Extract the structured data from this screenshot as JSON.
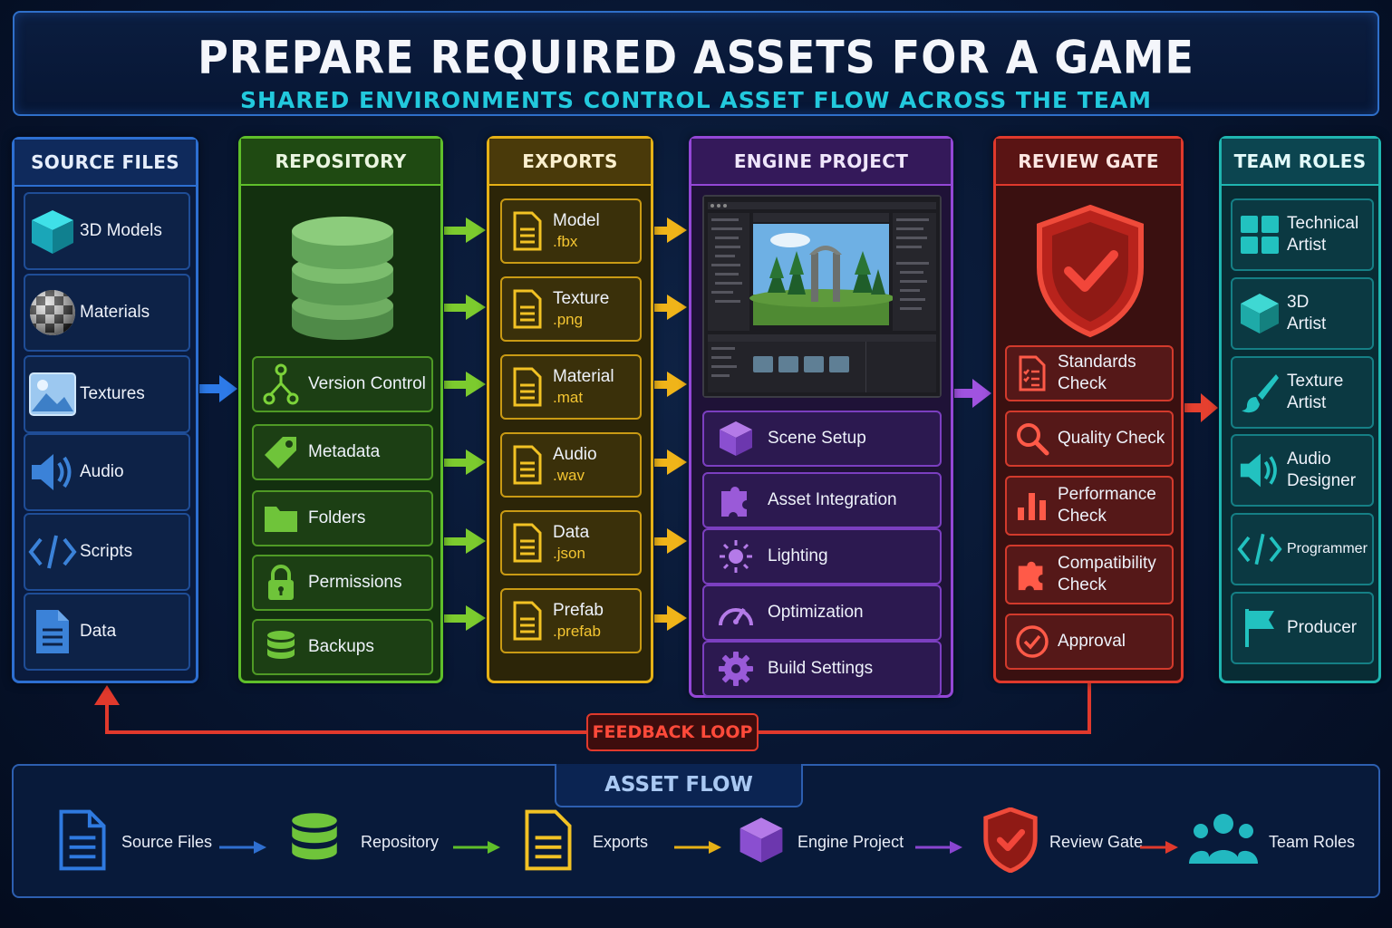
{
  "header": {
    "title": "PREPARE REQUIRED ASSETS FOR A GAME",
    "subtitle": "SHARED ENVIRONMENTS CONTROL ASSET FLOW ACROSS THE TEAM"
  },
  "columns": {
    "source": {
      "title": "SOURCE FILES",
      "items": [
        {
          "label": "3D Models",
          "icon": "cube-icon"
        },
        {
          "label": "Materials",
          "icon": "checker-sphere-icon"
        },
        {
          "label": "Textures",
          "icon": "image-icon"
        },
        {
          "label": "Audio",
          "icon": "speaker-icon"
        },
        {
          "label": "Scripts",
          "icon": "code-icon"
        },
        {
          "label": "Data",
          "icon": "document-icon"
        }
      ]
    },
    "repository": {
      "title": "REPOSITORY",
      "items": [
        {
          "label": "Version Control",
          "icon": "branch-icon"
        },
        {
          "label": "Metadata",
          "icon": "tag-icon"
        },
        {
          "label": "Folders",
          "icon": "folder-icon"
        },
        {
          "label": "Permissions",
          "icon": "lock-icon"
        },
        {
          "label": "Backups",
          "icon": "database-icon"
        }
      ]
    },
    "exports": {
      "title": "EXPORTS",
      "items": [
        {
          "label": "Model",
          "ext": ".fbx"
        },
        {
          "label": "Texture",
          "ext": ".png"
        },
        {
          "label": "Material",
          "ext": ".mat"
        },
        {
          "label": "Audio",
          "ext": ".wav"
        },
        {
          "label": "Data",
          "ext": ".json"
        },
        {
          "label": "Prefab",
          "ext": ".prefab"
        }
      ]
    },
    "engine": {
      "title": "ENGINE PROJECT",
      "items": [
        {
          "label": "Scene Setup",
          "icon": "cube-icon"
        },
        {
          "label": "Asset Integration",
          "icon": "puzzle-icon"
        },
        {
          "label": "Lighting",
          "icon": "sun-icon"
        },
        {
          "label": "Optimization",
          "icon": "gauge-icon"
        },
        {
          "label": "Build Settings",
          "icon": "gear-icon"
        }
      ]
    },
    "review": {
      "title": "REVIEW GATE",
      "items": [
        {
          "label": "Standards Check",
          "icon": "checklist-icon"
        },
        {
          "label": "Quality Check",
          "icon": "magnifier-icon"
        },
        {
          "label": "Performance Check",
          "icon": "bar-chart-icon"
        },
        {
          "label": "Compatibility Check",
          "icon": "puzzle-icon"
        },
        {
          "label": "Approval",
          "icon": "check-circle-icon"
        }
      ]
    },
    "team": {
      "title": "TEAM ROLES",
      "items": [
        {
          "label": "Technical Artist",
          "icon": "grid-icon"
        },
        {
          "label": "3D Artist",
          "icon": "cube-icon"
        },
        {
          "label": "Texture Artist",
          "icon": "brush-icon"
        },
        {
          "label": "Audio Designer",
          "icon": "speaker-icon"
        },
        {
          "label": "Programmer",
          "icon": "code-icon"
        },
        {
          "label": "Producer",
          "icon": "flag-icon"
        }
      ]
    }
  },
  "feedback": {
    "label": "FEEDBACK LOOP"
  },
  "asset_flow": {
    "title": "ASSET FLOW",
    "steps": [
      {
        "label": "Source Files"
      },
      {
        "label": "Repository"
      },
      {
        "label": "Exports"
      },
      {
        "label": "Engine Project"
      },
      {
        "label": "Review Gate"
      },
      {
        "label": "Team Roles"
      }
    ]
  },
  "colors": {
    "source": "#2d6fd1",
    "repository": "#5fbf2a",
    "exports": "#e6b116",
    "engine": "#9447d6",
    "review": "#e0392c",
    "team": "#1fb5b0"
  }
}
